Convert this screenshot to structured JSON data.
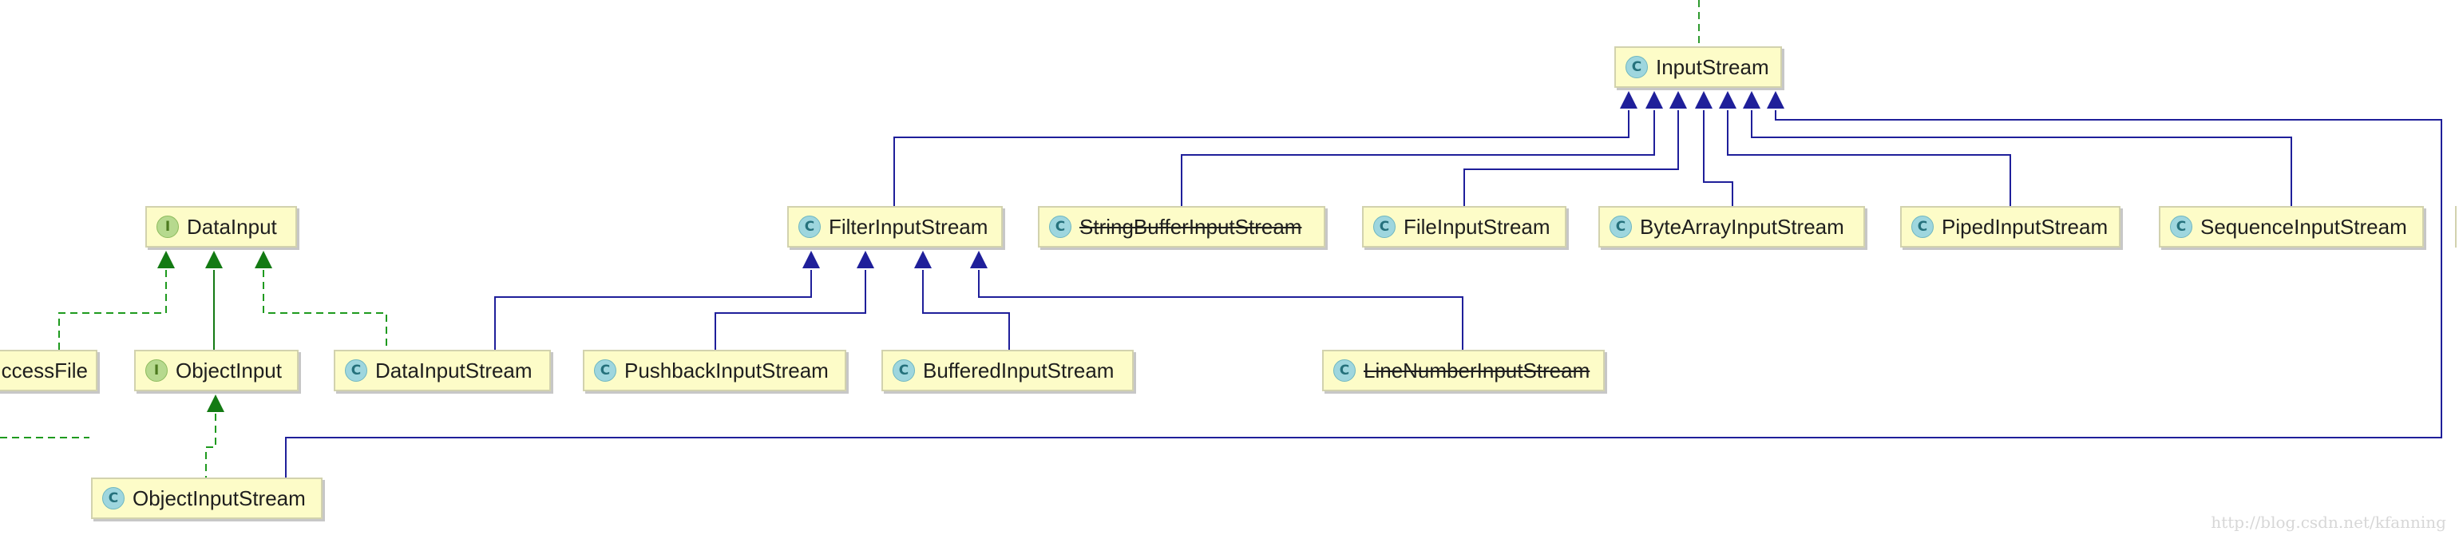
{
  "nodes": {
    "inputstream": {
      "label": "InputStream",
      "kind": "class",
      "deprecated": false
    },
    "datainput": {
      "label": "DataInput",
      "kind": "interface",
      "deprecated": false
    },
    "filterinputstream": {
      "label": "FilterInputStream",
      "kind": "class",
      "deprecated": false
    },
    "stringbufferinputstream": {
      "label": "StringBufferInputStream",
      "kind": "class",
      "deprecated": true
    },
    "fileinputstream": {
      "label": "FileInputStream",
      "kind": "class",
      "deprecated": false
    },
    "bytearrayinputstream": {
      "label": "ByteArrayInputStream",
      "kind": "class",
      "deprecated": false
    },
    "pipedinputstream": {
      "label": "PipedInputStream",
      "kind": "class",
      "deprecated": false
    },
    "sequenceinputstream": {
      "label": "SequenceInputStream",
      "kind": "class",
      "deprecated": false
    },
    "randomaccessfile": {
      "label": "ccessFile",
      "kind": "class",
      "deprecated": false
    },
    "objectinput": {
      "label": "ObjectInput",
      "kind": "interface",
      "deprecated": false
    },
    "datainputstream": {
      "label": "DataInputStream",
      "kind": "class",
      "deprecated": false
    },
    "pushbackinputstream": {
      "label": "PushbackInputStream",
      "kind": "class",
      "deprecated": false
    },
    "bufferedinputstream": {
      "label": "BufferedInputStream",
      "kind": "class",
      "deprecated": false
    },
    "linenumberinputstream": {
      "label": "LineNumberInputStream",
      "kind": "class",
      "deprecated": true
    },
    "objectinputstream": {
      "label": "ObjectInputStream",
      "kind": "class",
      "deprecated": false
    }
  },
  "badges": {
    "class": "C",
    "interface": "I"
  },
  "colors": {
    "extends_edge": "#1f1f9a",
    "implements_edge": "#1e9a1e",
    "interface_extends_edge": "#137a13",
    "node_fill": "#fdfcc8",
    "node_border": "#d2d2ae"
  },
  "watermark": "http://blog.csdn.net/kfanning"
}
